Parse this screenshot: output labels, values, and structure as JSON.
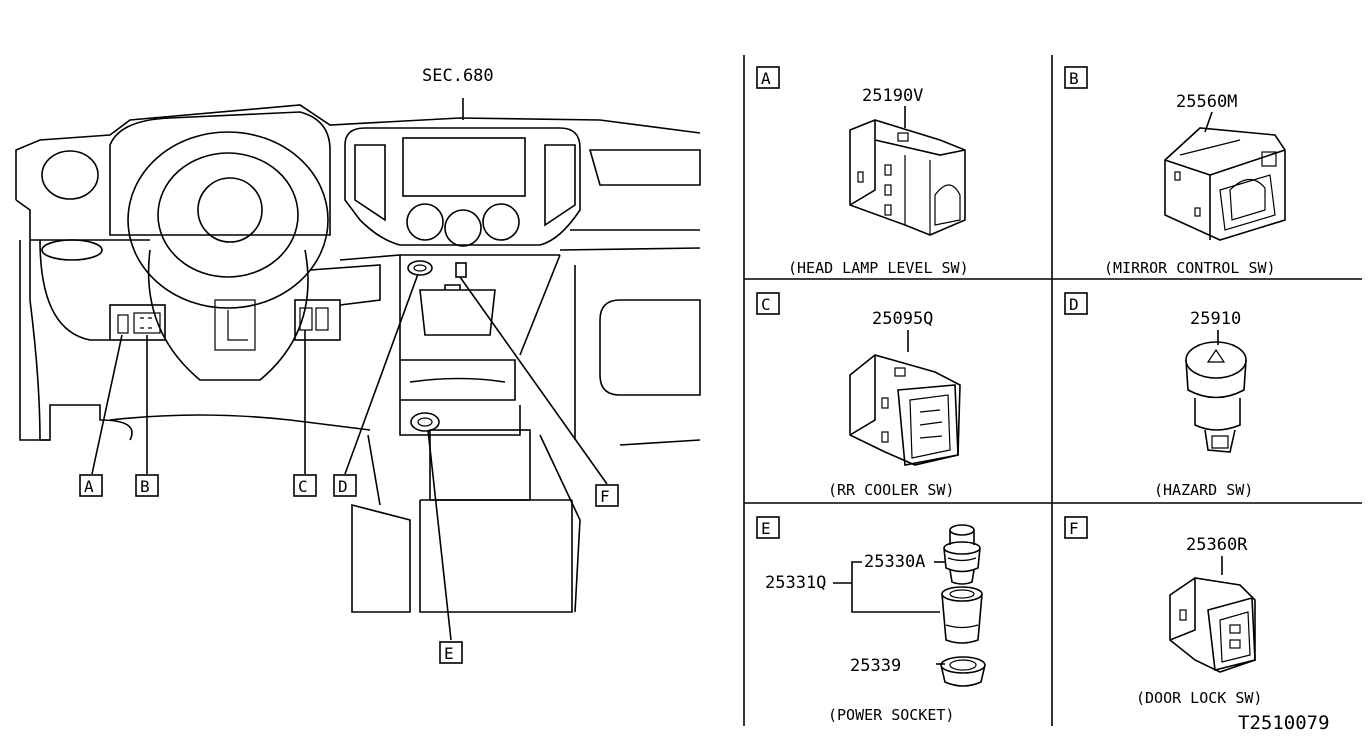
{
  "overview": {
    "section_ref": "SEC.680",
    "callouts": {
      "a": "A",
      "b": "B",
      "c": "C",
      "d": "D",
      "e": "E",
      "f": "F"
    }
  },
  "panels": [
    {
      "id": "A",
      "parts": [
        "25190V"
      ],
      "caption": "(HEAD LAMP LEVEL SW)"
    },
    {
      "id": "B",
      "parts": [
        "25560M"
      ],
      "caption": "(MIRROR CONTROL SW)"
    },
    {
      "id": "C",
      "parts": [
        "25095Q"
      ],
      "caption": "(RR COOLER SW)"
    },
    {
      "id": "D",
      "parts": [
        "25910"
      ],
      "caption": "(HAZARD SW)"
    },
    {
      "id": "E",
      "parts": [
        "25330A",
        "25331Q",
        "25339"
      ],
      "caption": "(POWER SOCKET)"
    },
    {
      "id": "F",
      "parts": [
        "25360R"
      ],
      "caption": "(DOOR LOCK SW)"
    }
  ],
  "drawing_code": "T2510079"
}
